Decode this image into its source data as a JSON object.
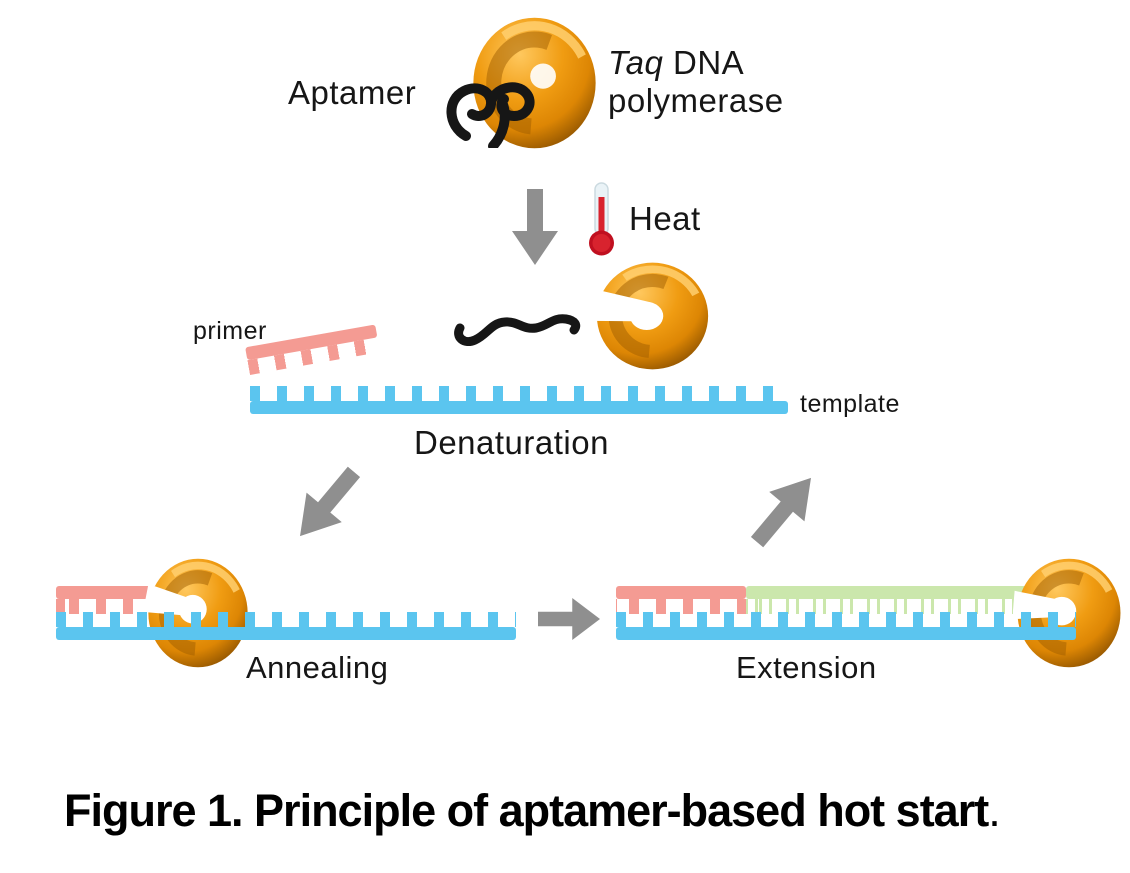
{
  "colors": {
    "orange": "#F09C12",
    "orange-light": "#FFC85E",
    "orange-dark": "#8F5300",
    "pink": "#F49B93",
    "blue": "#5BC5EF",
    "green": "#CBE7AC",
    "gray": "#8F8F8F",
    "red": "#D8232E",
    "red-dark": "#C01020",
    "ink": "#161616"
  },
  "labels": {
    "aptamer": "Aptamer",
    "taq_italic": "Taq",
    "taq_rest": " DNA",
    "taq_line2": "polymerase",
    "heat": "Heat",
    "primer": "primer",
    "template": "template",
    "denaturation": "Denaturation",
    "annealing": "Annealing",
    "extension": "Extension"
  },
  "caption": {
    "bold": "Figure 1. Principle of aptamer-based hot start",
    "period": "."
  },
  "icons": {
    "polymerase": "taq-polymerase-donut-icon",
    "aptamer_knot": "aptamer-knot-icon",
    "released_aptamer": "released-aptamer-squiggle-icon",
    "thermometer": "thermometer-icon",
    "heat_arrow": "down-arrow-icon",
    "to_annealing_arrow": "down-left-arrow-icon",
    "to_extension_arrow": "right-arrow-icon",
    "to_denaturation_arrow": "up-right-arrow-icon"
  }
}
